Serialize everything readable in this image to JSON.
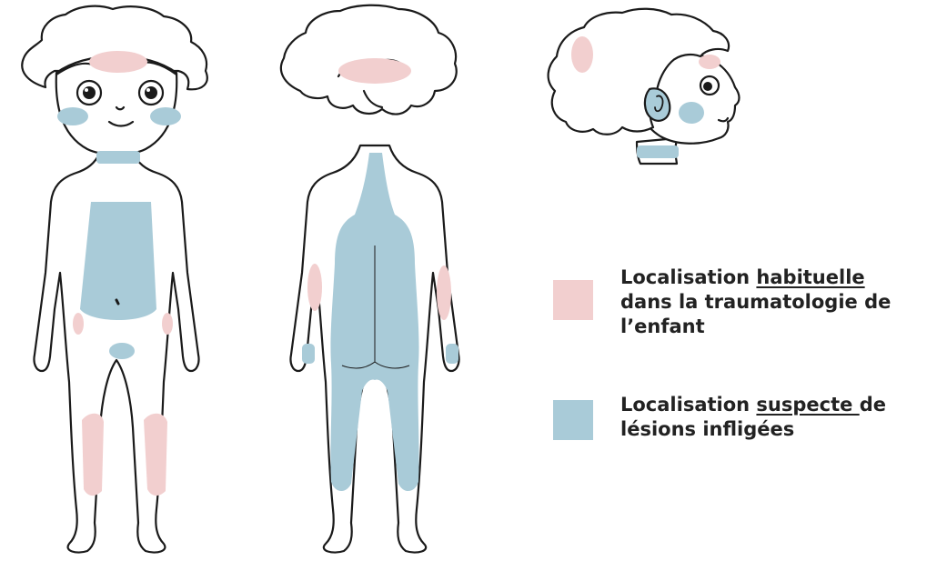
{
  "colors": {
    "usual": "#f2cfcf",
    "suspect": "#a9cbd8",
    "outline": "#1a1a1a",
    "background": "#ffffff"
  },
  "figures": [
    "front-view",
    "back-view",
    "head-profile-view"
  ],
  "legend": {
    "usual": {
      "line1_prefix": "Localisation ",
      "line1_emphasis": "habituelle",
      "line2": "dans la traumatologie de",
      "line3": "l’enfant"
    },
    "suspect": {
      "line1_prefix": "Localisation ",
      "line1_emphasis": "suspecte ",
      "line1_suffix": "de",
      "line2": "lésions infligées"
    }
  }
}
